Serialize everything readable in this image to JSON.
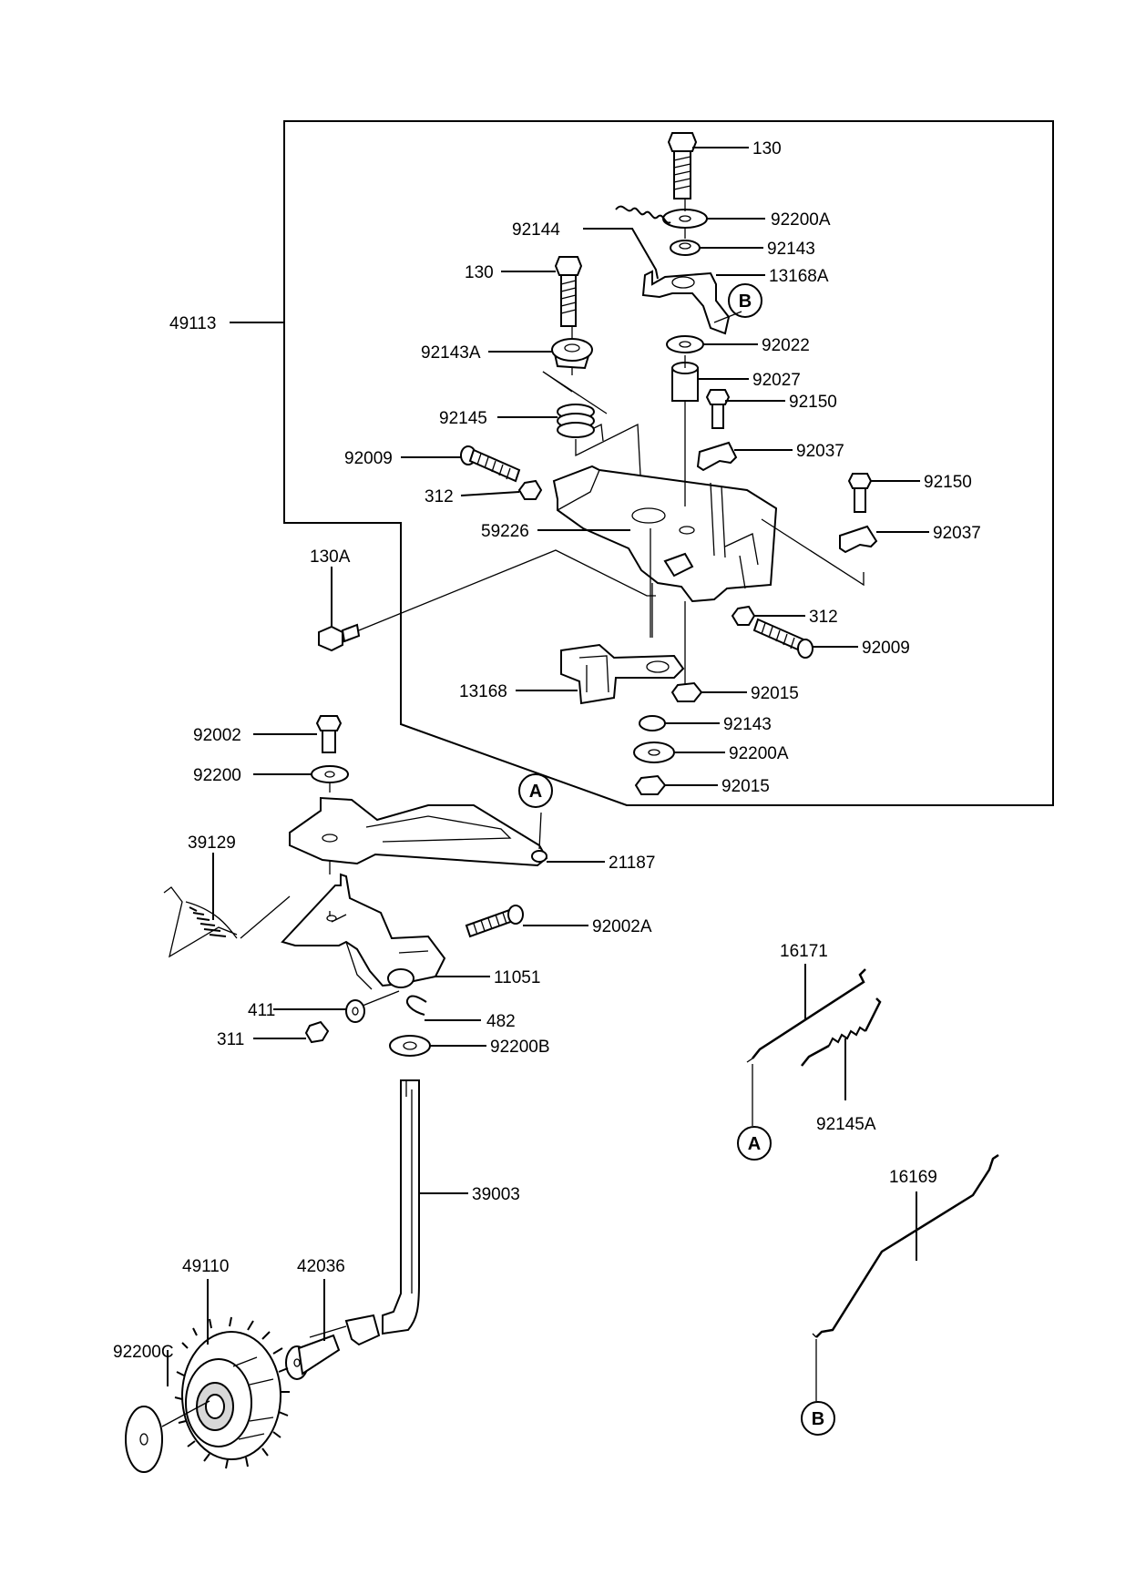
{
  "callouts": {
    "c49113": "49113",
    "c130_top": "130",
    "c92200A_top": "92200A",
    "c92144": "92144",
    "c92143_top": "92143",
    "c130_left": "130",
    "c13168A": "13168A",
    "c92143A": "92143A",
    "c92022": "92022",
    "c92027": "92027",
    "c92145": "92145",
    "c92150_a": "92150",
    "c92009_a": "92009",
    "c92037_a": "92037",
    "c312_a": "312",
    "c92150_b": "92150",
    "c59226": "59226",
    "c92037_b": "92037",
    "c130A": "130A",
    "c312_b": "312",
    "c92009_b": "92009",
    "c13168": "13168",
    "c92015_a": "92015",
    "c92002": "92002",
    "c92143_b": "92143",
    "c92200": "92200",
    "c92200A_b": "92200A",
    "c92015_b": "92015",
    "c39129": "39129",
    "c21187": "21187",
    "c92002A": "92002A",
    "c11051": "11051",
    "c411": "411",
    "c482": "482",
    "c311": "311",
    "c92200B": "92200B",
    "c16171": "16171",
    "c92145A": "92145A",
    "c39003": "39003",
    "c16169": "16169",
    "c49110": "49110",
    "c42036": "42036",
    "c92200C": "92200C"
  },
  "connectors": {
    "A_top": "A",
    "B_top": "B",
    "A_bottom": "A",
    "B_bottom": "B"
  }
}
